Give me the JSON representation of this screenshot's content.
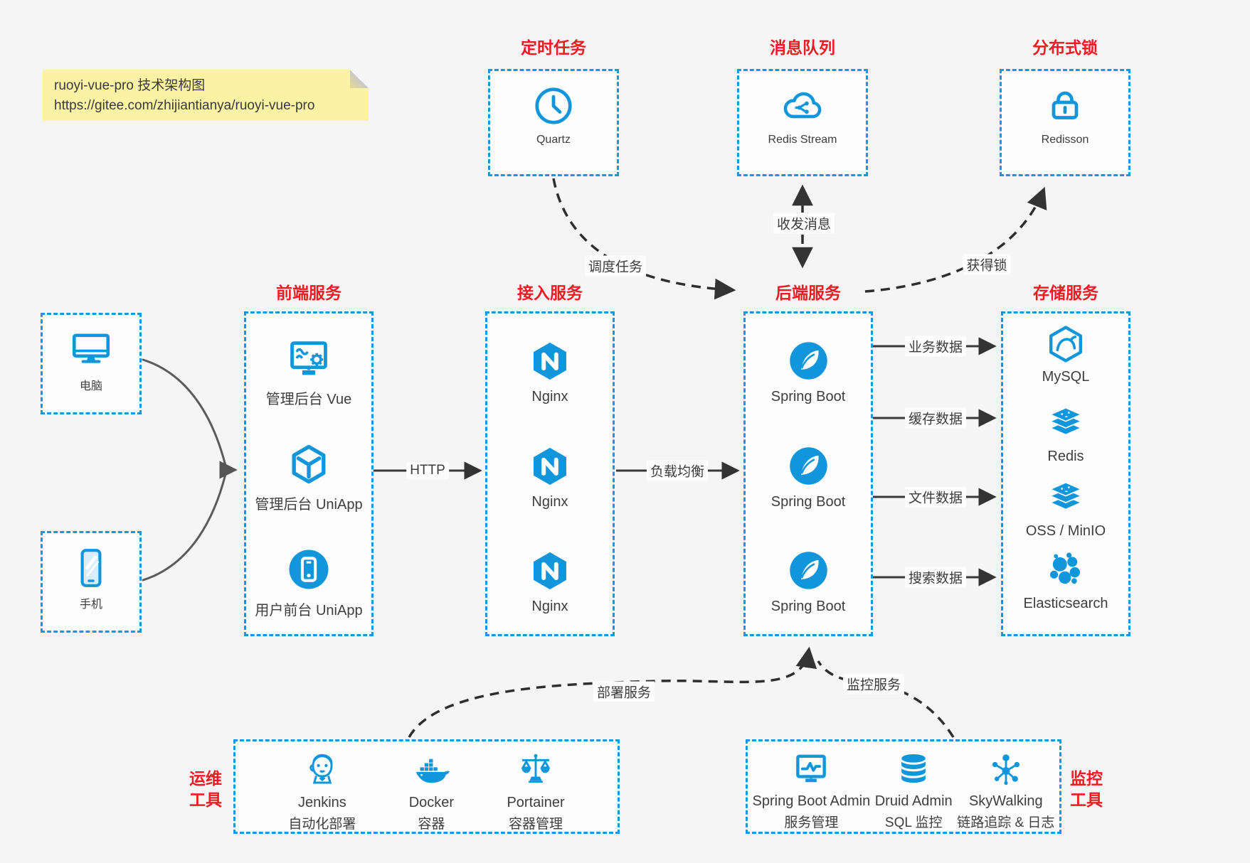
{
  "note": {
    "line1": "ruoyi-vue-pro 技术架构图",
    "line2": "https://gitee.com/zhijiantianya/ruoyi-vue-pro"
  },
  "colors": {
    "accent_blue": "#1296db",
    "border_blue": "#1697e4",
    "title_red": "#ed1c24",
    "arrow_dark": "#333333",
    "arrow_gray": "#5b5b5b",
    "note_bg": "#fbf2a4"
  },
  "top_groups": [
    {
      "title": "定时任务",
      "item": {
        "label": "Quartz",
        "icon": "clock-icon"
      }
    },
    {
      "title": "消息队列",
      "item": {
        "label": "Redis Stream",
        "icon": "cloud-stream-icon"
      }
    },
    {
      "title": "分布式锁",
      "item": {
        "label": "Redisson",
        "icon": "lock-icon"
      }
    }
  ],
  "clients": [
    {
      "label": "电脑",
      "icon": "desktop-icon"
    },
    {
      "label": "手机",
      "icon": "mobile-icon"
    }
  ],
  "columns": [
    {
      "title": "前端服务",
      "items": [
        {
          "label": "管理后台 Vue",
          "icon": "admin-vue-icon"
        },
        {
          "label": "管理后台 UniApp",
          "icon": "uniapp-cube-icon"
        },
        {
          "label": "用户前台 UniApp",
          "icon": "user-app-icon"
        }
      ]
    },
    {
      "title": "接入服务",
      "items": [
        {
          "label": "Nginx",
          "icon": "nginx-icon"
        },
        {
          "label": "Nginx",
          "icon": "nginx-icon"
        },
        {
          "label": "Nginx",
          "icon": "nginx-icon"
        }
      ]
    },
    {
      "title": "后端服务",
      "items": [
        {
          "label": "Spring Boot",
          "icon": "spring-icon"
        },
        {
          "label": "Spring Boot",
          "icon": "spring-icon"
        },
        {
          "label": "Spring Boot",
          "icon": "spring-icon"
        }
      ]
    },
    {
      "title": "存储服务",
      "items": [
        {
          "label": "MySQL",
          "icon": "mysql-icon"
        },
        {
          "label": "Redis",
          "icon": "redis-stack-icon"
        },
        {
          "label": "OSS / MinIO",
          "icon": "oss-minio-stack-icon"
        },
        {
          "label": "Elasticsearch",
          "icon": "elasticsearch-icon"
        }
      ]
    }
  ],
  "bottom_groups": [
    {
      "title_lines": [
        "运维",
        "工具"
      ],
      "items": [
        {
          "name": "Jenkins",
          "sub": "自动化部署",
          "icon": "jenkins-icon"
        },
        {
          "name": "Docker",
          "sub": "容器",
          "icon": "docker-icon"
        },
        {
          "name": "Portainer",
          "sub": "容器管理",
          "icon": "portainer-icon"
        }
      ]
    },
    {
      "title_lines": [
        "监控",
        "工具"
      ],
      "items": [
        {
          "name": "Spring Boot Admin",
          "sub": "服务管理",
          "icon": "springboot-admin-icon"
        },
        {
          "name": "Druid Admin",
          "sub": "SQL 监控",
          "icon": "druid-icon"
        },
        {
          "name": "SkyWalking",
          "sub": "链路追踪 & 日志",
          "icon": "skywalking-icon"
        }
      ]
    }
  ],
  "edge_labels": {
    "http": "HTTP",
    "load_balance": "负载均衡",
    "business_data": "业务数据",
    "cache_data": "缓存数据",
    "file_data": "文件数据",
    "search_data": "搜索数据",
    "schedule_task": "调度任务",
    "send_receive_message": "收发消息",
    "acquire_lock": "获得锁",
    "deploy_service": "部署服务",
    "monitor_service": "监控服务"
  }
}
